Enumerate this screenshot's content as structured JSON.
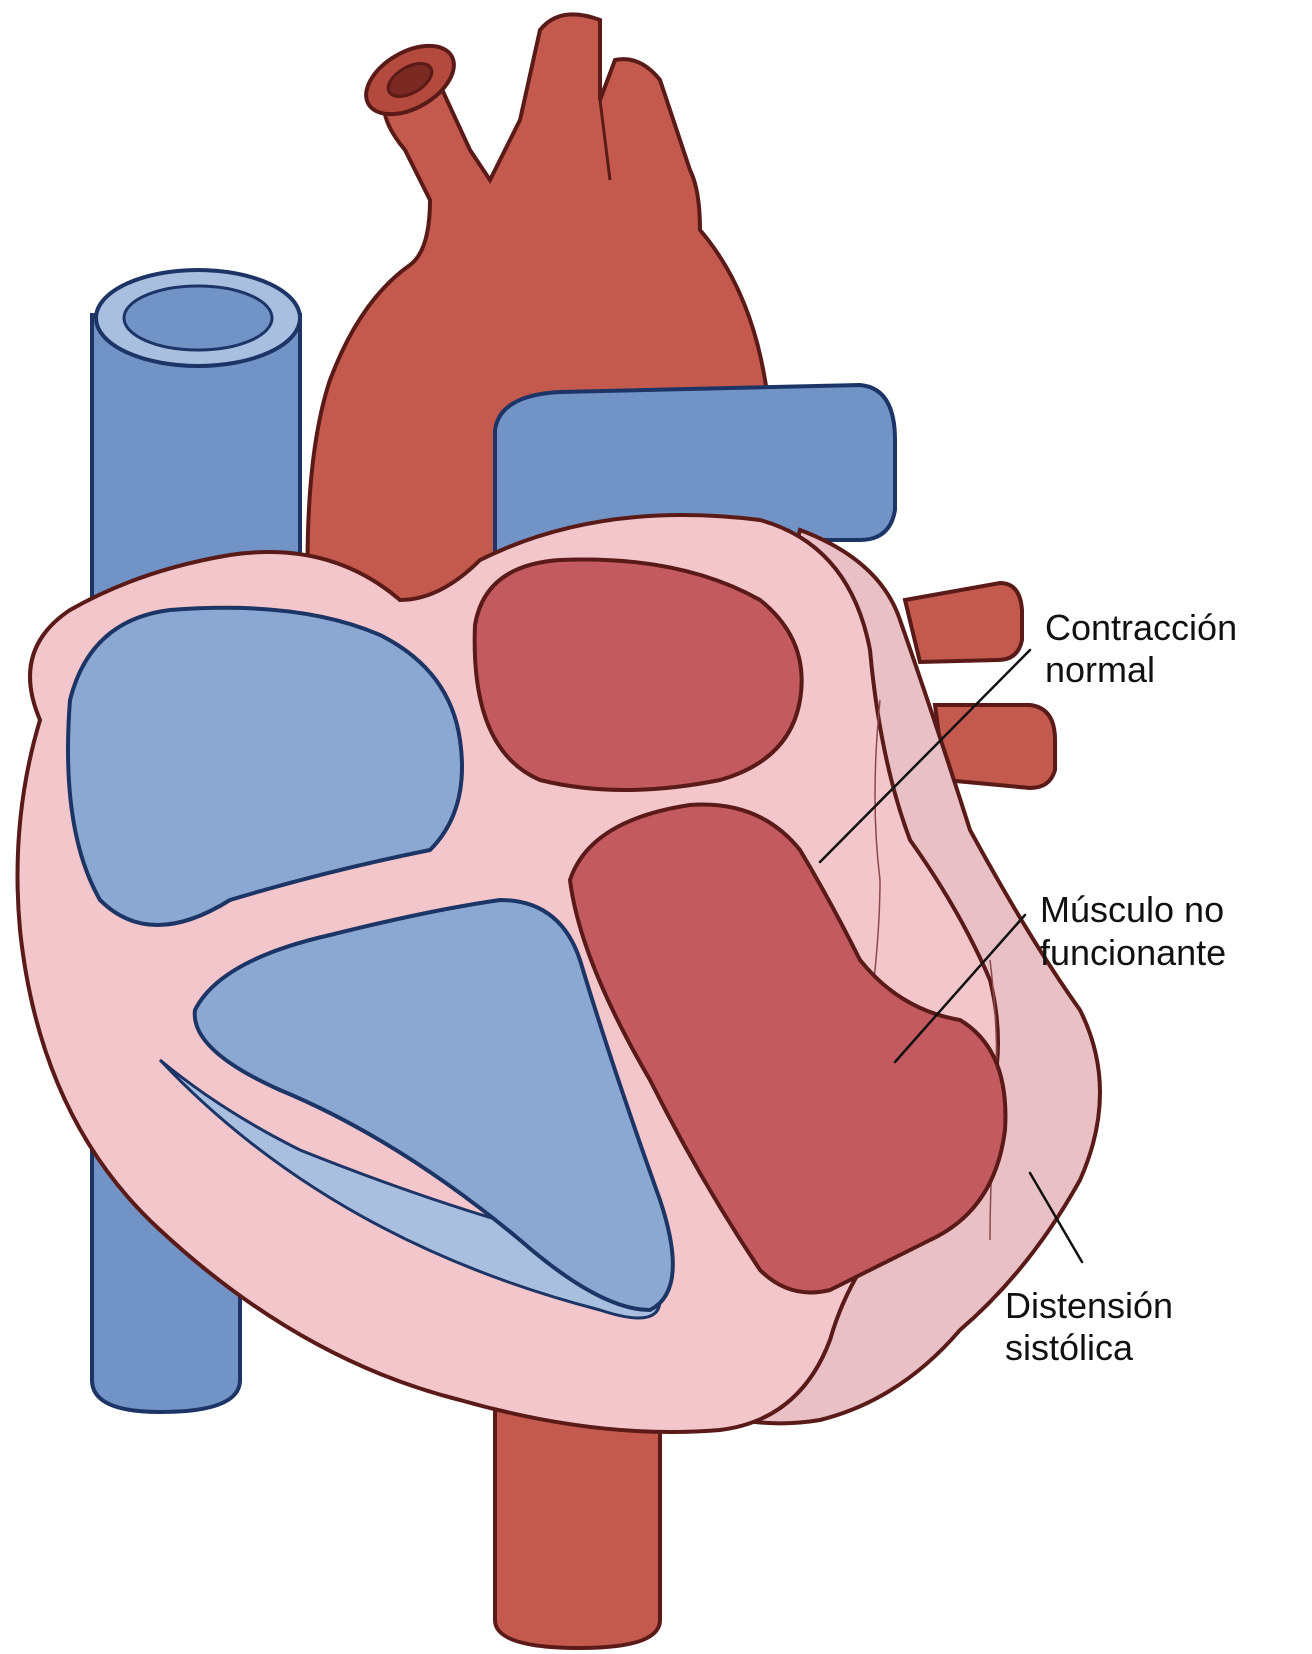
{
  "labels": {
    "normal_contraction": [
      "Contracción",
      "normal"
    ],
    "nonfunctioning_muscle": [
      "Músculo no",
      "funcionante"
    ],
    "systolic_bulging": [
      "Distensión",
      "sistólica"
    ]
  },
  "colors": {
    "artery_red": "#c45a4d",
    "chamber_red": "#c35a5f",
    "vein_blue": "#7293c5",
    "chamber_blue": "#8aa8d2",
    "light_blue": "#a9bfe0",
    "myocardium_pink": "#f2c6cb",
    "bulge_pink": "#e9c0c6",
    "outline_dark_red": "#5a1a18",
    "outline_dark_blue": "#1d3566"
  }
}
